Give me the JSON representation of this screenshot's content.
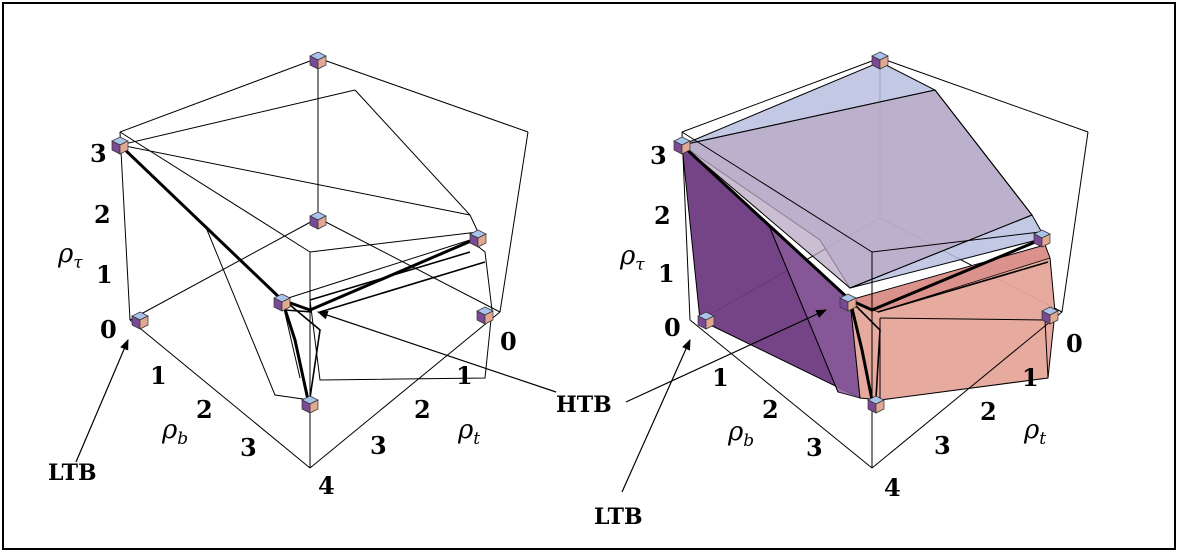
{
  "panels": [
    {
      "id": "left",
      "y_label": "ρ",
      "y_sub": "τ",
      "b_label": "ρ",
      "b_sub": "b",
      "t_label": "ρ",
      "t_sub": "t",
      "y_ticks": [
        "0",
        "1",
        "2",
        "3"
      ],
      "b_ticks": [
        "1",
        "2",
        "3",
        "4"
      ],
      "t_ticks": [
        "0",
        "1",
        "2",
        "3"
      ]
    },
    {
      "id": "right",
      "y_label": "ρ",
      "y_sub": "τ",
      "b_label": "ρ",
      "b_sub": "b",
      "t_label": "ρ",
      "t_sub": "t",
      "y_ticks": [
        "0",
        "1",
        "2",
        "3"
      ],
      "b_ticks": [
        "1",
        "2",
        "3",
        "4"
      ],
      "t_ticks": [
        "0",
        "1",
        "2",
        "3"
      ]
    }
  ],
  "annotations": {
    "htb": "HTB",
    "ltb_left": "LTB",
    "ltb_right": "LTB"
  },
  "colors": {
    "face_lavender": "#b8bfe0",
    "face_purple": "#6e3a80",
    "face_salmon": "#e5a59a",
    "face_mauve": "#b9a8c4",
    "cube_top": "#a9c3ea",
    "cube_side": "#e3a892",
    "cube_front": "#7a4a94"
  }
}
